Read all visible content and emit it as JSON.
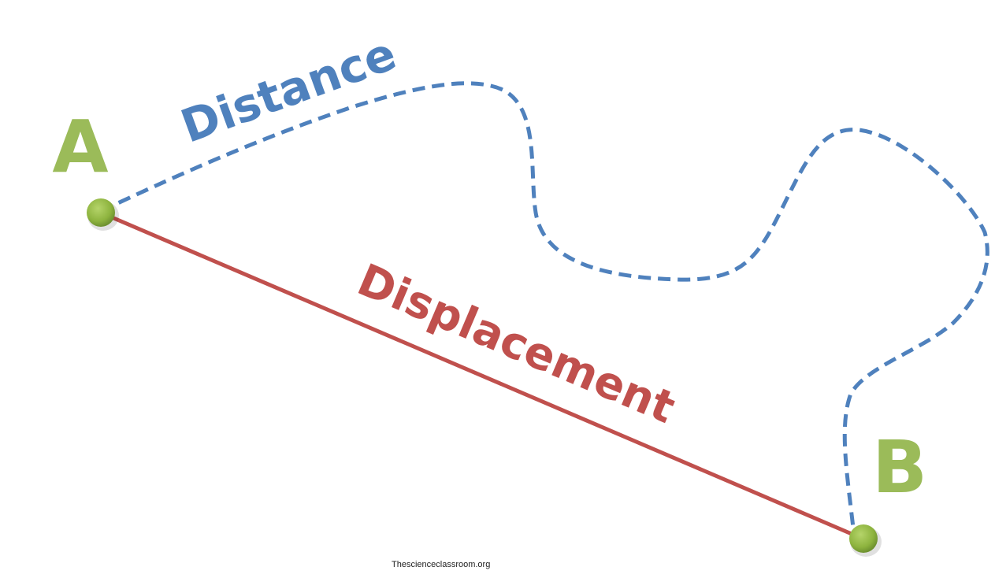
{
  "labels": {
    "point_a": "A",
    "point_b": "B",
    "distance": "Distance",
    "displacement": "Displacement"
  },
  "credit": "Thescienceclassroom.org",
  "colors": {
    "distance": "#4f81bd",
    "displacement": "#c0504d",
    "points": "#9bbb59"
  }
}
